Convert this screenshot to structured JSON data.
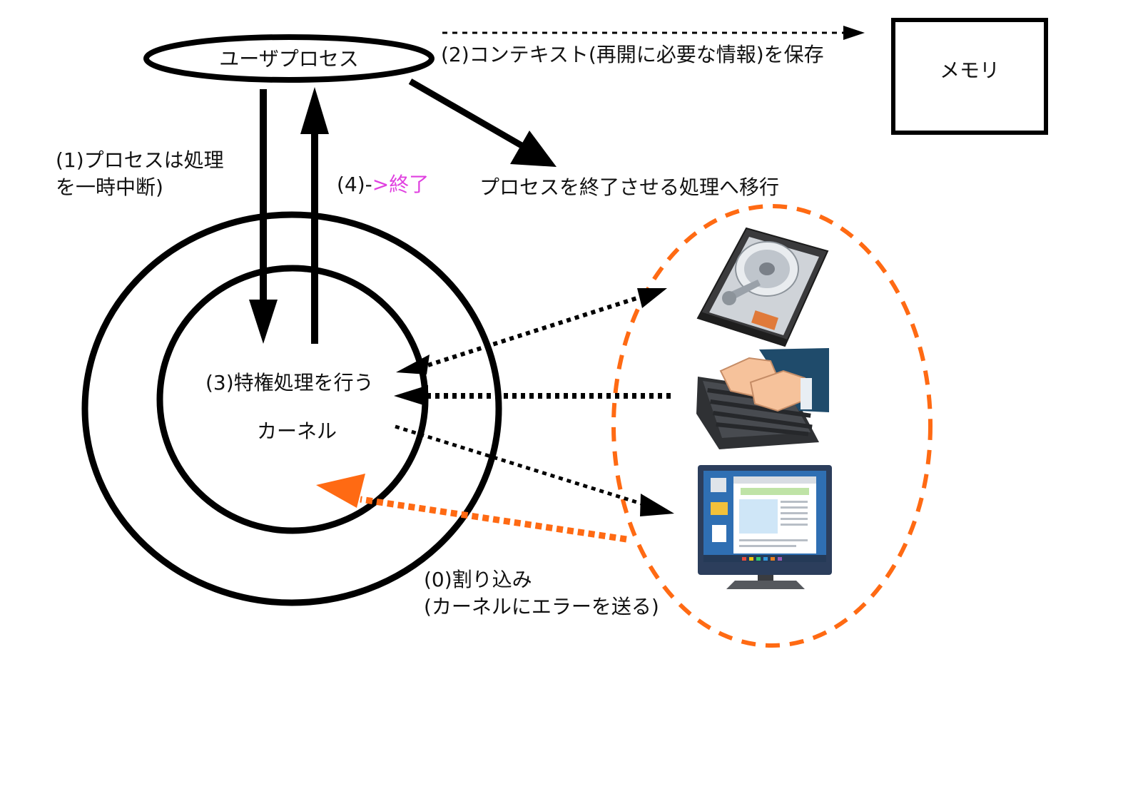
{
  "nodes": {
    "user_process": "ユーザプロセス",
    "memory": "メモリ",
    "kernel": "カーネル"
  },
  "labels": {
    "step1_line1": "(1)プロセスは処理",
    "step1_line2": "を一時中断)",
    "step2": "(2)コンテキスト(再開に必要な情報)を保存",
    "step3": "(3)特権処理を行う",
    "step4_prefix": "(4)-",
    "step4_suffix": ">終了",
    "terminate": "プロセスを終了させる処理へ移行",
    "step0_line1": "(0)割り込み",
    "step0_line2": "(カーネルにエラーを送る)"
  },
  "devices": [
    {
      "name": "hard-disk-icon"
    },
    {
      "name": "keyboard-icon"
    },
    {
      "name": "monitor-icon"
    }
  ],
  "colors": {
    "stroke": "#000000",
    "interrupt": "#ff6a13",
    "highlight": "#e040e0"
  }
}
